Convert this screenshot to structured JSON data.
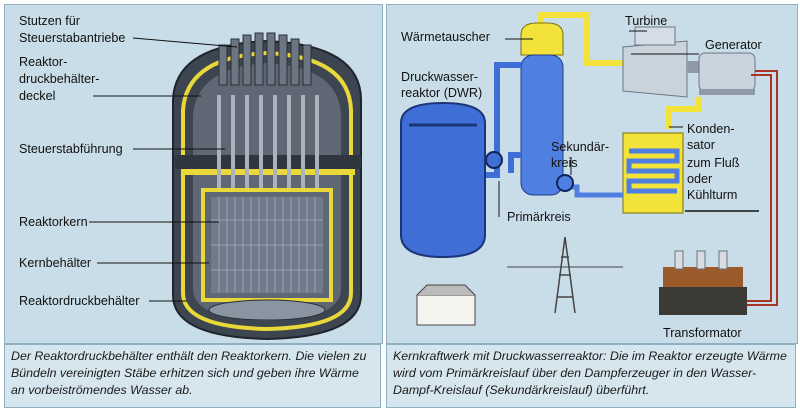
{
  "reactor_vessel_panel": {
    "labels": {
      "nozzles": [
        "Stutzen für",
        "Steuerstabantriebe"
      ],
      "head": [
        "Reaktor-",
        "druckbehälter-",
        "deckel"
      ],
      "rod_guide": "Steuerstabführung",
      "core": "Reaktorkern",
      "core_barrel": "Kernbehälter",
      "pressure_vessel": "Reaktordruckbehälter"
    },
    "caption": "Der Reaktordruckbehälter enthält den Reaktorkern. Die vielen zu Bündeln vereinigten Stäbe erhitzen sich und geben ihre Wärme an vorbeiströmendes Wasser ab."
  },
  "power_plant_panel": {
    "labels": {
      "heat_exchanger": "Wärmetauscher",
      "turbine": "Turbine",
      "generator": "Generator",
      "reactor": [
        "Druckwasser-",
        "reaktor (DWR)"
      ],
      "condenser": [
        "Konden-",
        "sator"
      ],
      "secondary_loop": [
        "Sekundär-",
        "kreis"
      ],
      "to_river": [
        "zum Fluß",
        "oder",
        "Kühlturm"
      ],
      "primary_loop": "Primärkreis",
      "transformer": "Transformator"
    },
    "caption": "Kernkraftwerk mit Druckwasserreaktor: Die im Reaktor erzeugte Wärme wird vom Primärkreislauf über den Dampferzeuger in den Wasser-Dampf-Kreislauf (Sekundärkreislauf) überführt."
  },
  "colors": {
    "panel_bg": "#c9dde8",
    "primary_water": "#3f6fd6",
    "steam_yellow": "#f2e23a",
    "vessel_steel": "#4a5563",
    "power_line": "#a83226"
  }
}
